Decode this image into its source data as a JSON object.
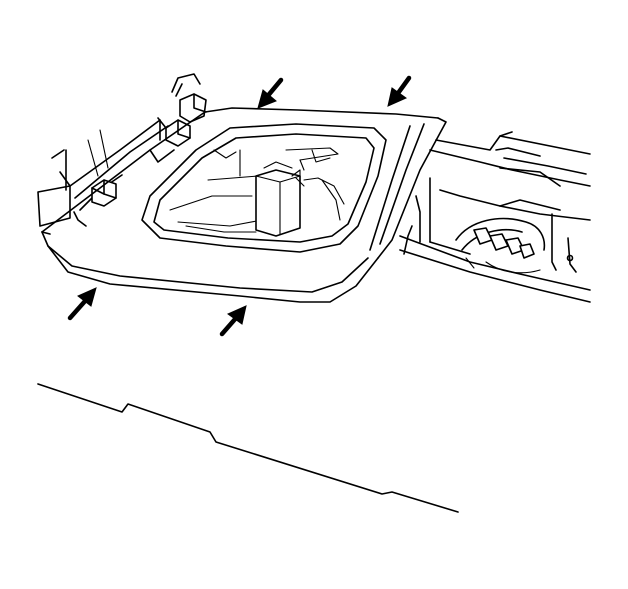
{
  "diagram": {
    "colors": {
      "line": "#000000",
      "background": "#ffffff"
    },
    "callout_arrows": [
      {
        "name": "arrow-top-left-pointer",
        "direction": "down-left"
      },
      {
        "name": "arrow-top-right-pointer",
        "direction": "down-left"
      },
      {
        "name": "arrow-bottom-left-pointer",
        "direction": "up-right"
      },
      {
        "name": "arrow-bottom-middle-pointer",
        "direction": "up-right"
      }
    ]
  }
}
